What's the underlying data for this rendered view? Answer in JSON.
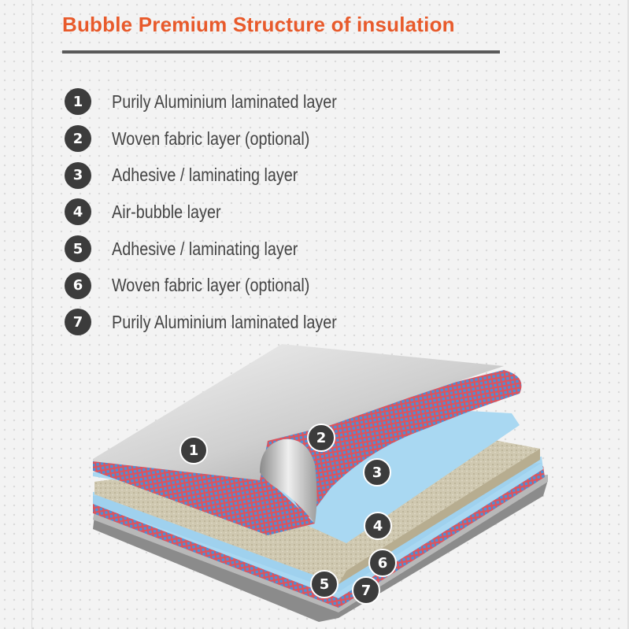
{
  "title": "Bubble Premium Structure of insulation",
  "legend": [
    {
      "number": "1",
      "label": "Purily Aluminium  laminated layer"
    },
    {
      "number": "2",
      "label": "Woven fabric layer (optional)"
    },
    {
      "number": "3",
      "label": "Adhesive / laminating layer"
    },
    {
      "number": "4",
      "label": "Air-bubble layer"
    },
    {
      "number": "5",
      "label": "Adhesive / laminating layer"
    },
    {
      "number": "6",
      "label": "Woven fabric layer (optional)"
    },
    {
      "number": "7",
      "label": "Purily Aluminium  laminated layer"
    }
  ],
  "callouts": [
    "1",
    "2",
    "3",
    "4",
    "6",
    "5",
    "7"
  ],
  "colors": {
    "title": "#e85a2b",
    "badge": "#3c3c3c",
    "aluminium": "#c9c9c9",
    "fabric_grid": "#e0525a",
    "fabric_base": "#4d8fd6",
    "adhesive": "#a9d8f2",
    "bubble": "#cfc8b0"
  }
}
